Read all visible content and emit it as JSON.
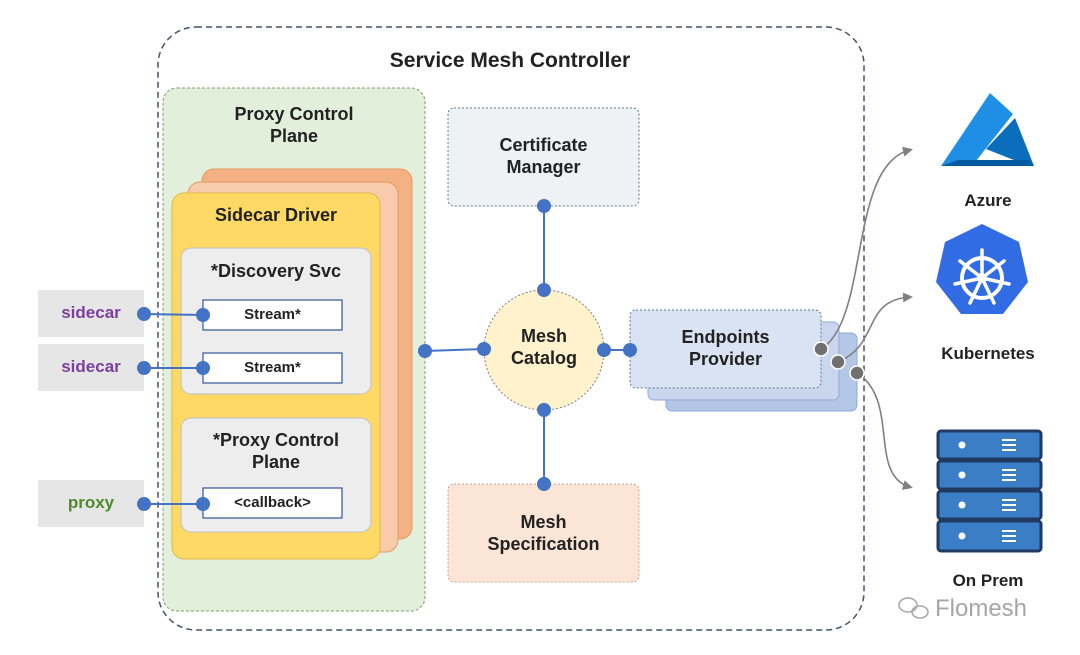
{
  "title": "Service Mesh Controller",
  "proxy_control_plane": {
    "label": "Proxy Control\nPlane"
  },
  "sidecar_driver": {
    "label": "Sidecar Driver",
    "discovery_svc": {
      "label": "*Discovery Svc",
      "streams": [
        "Stream*",
        "Stream*"
      ]
    },
    "proxy_control_plane_inner": {
      "label": "*Proxy Control\nPlane",
      "callback": "<callback>"
    }
  },
  "external_clients": [
    {
      "label": "sidecar",
      "color": "#7b3fa0"
    },
    {
      "label": "sidecar",
      "color": "#7b3fa0"
    },
    {
      "label": "proxy",
      "color": "#4d8a2c"
    }
  ],
  "certificate_manager": {
    "label": "Certificate\nManager"
  },
  "mesh_catalog": {
    "label": "Mesh\nCatalog"
  },
  "mesh_specification": {
    "label": "Mesh\nSpecification"
  },
  "endpoints_provider": {
    "label": "Endpoints\nProvider"
  },
  "providers": [
    {
      "label": "Azure",
      "icon": "azure-icon"
    },
    {
      "label": "Kubernetes",
      "icon": "kubernetes-icon"
    },
    {
      "label": "On Prem",
      "icon": "server-rack-icon"
    }
  ],
  "watermark": "Flomesh",
  "colors": {
    "connector": "#4472c4",
    "proxy_control_plane_bg": "#e2efda",
    "sidecar_driver_bg": "#ffd966",
    "orange_stack": "#f4b183",
    "mesh_catalog_bg": "#fff2cc",
    "certificate_manager_bg": "#f2f2f2",
    "mesh_specification_bg": "#fbe5d6",
    "endpoints_provider_bg": "#dae3f3",
    "azure": "#0078d4",
    "kubernetes": "#326ce5"
  }
}
